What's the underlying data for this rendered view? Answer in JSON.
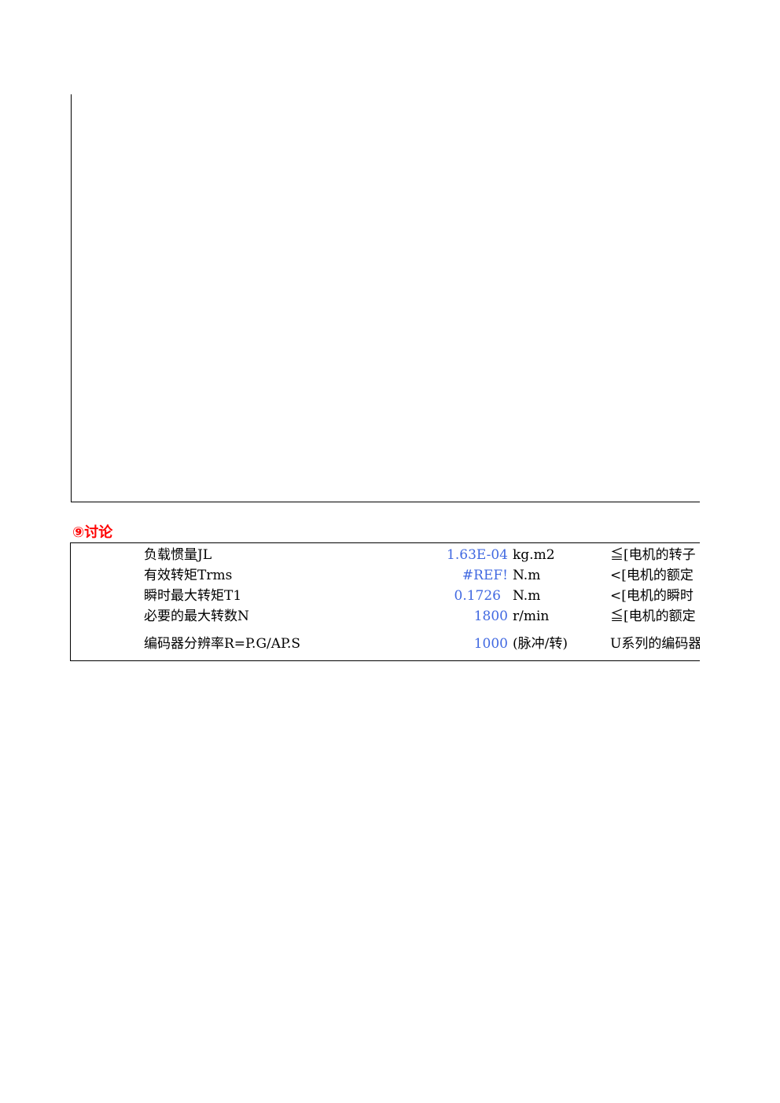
{
  "discussion": {
    "title": "⑨讨论",
    "rows": [
      {
        "label": "负载惯量JL",
        "value": "1.63E-04",
        "unit": "kg.m2",
        "condition": "≦[电机的转子"
      },
      {
        "label": "有效转矩Trms",
        "value": "#REF!",
        "unit": "N.m",
        "condition": "<[电机的额定"
      },
      {
        "label": "瞬时最大转矩T1",
        "value": "0.1726",
        "unit": "N.m",
        "condition": "<[电机的瞬时"
      },
      {
        "label": "必要的最大转数N",
        "value": "1800",
        "unit": "r/min",
        "condition": "≦[电机的额定"
      },
      {
        "label": "编码器分辨率R=P.G/AP.S",
        "value": "1000",
        "unit": "(脉冲/转)",
        "condition": "U系列的编码器"
      }
    ]
  },
  "colors": {
    "title": "#ff0000",
    "value": "#4169e1"
  }
}
